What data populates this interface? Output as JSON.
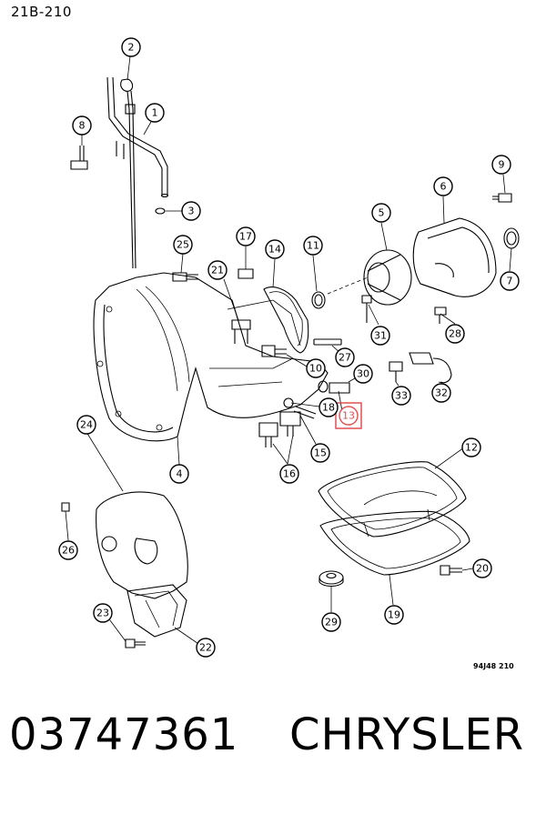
{
  "diagram_title": "21B-210",
  "figure_code": "94J48 210",
  "footer": {
    "part_number": "03747361",
    "brand": "CHRYSLER"
  },
  "highlight_color": "#e05050",
  "callouts": {
    "c1": "1",
    "c2": "2",
    "c3": "3",
    "c4": "4",
    "c5": "5",
    "c6": "6",
    "c7": "7",
    "c8": "8",
    "c9": "9",
    "c10": "10",
    "c11": "11",
    "c12": "12",
    "c13": "13",
    "c14": "14",
    "c15": "15",
    "c16": "16",
    "c17": "17",
    "c18": "18",
    "c19": "19",
    "c20": "20",
    "c21": "21",
    "c22": "22",
    "c23": "23",
    "c24": "24",
    "c25": "25",
    "c26": "26",
    "c27": "27",
    "c28": "28",
    "c29": "29",
    "c30": "30",
    "c31": "31",
    "c32": "32",
    "c33": "33"
  },
  "highlighted_callout": "13"
}
